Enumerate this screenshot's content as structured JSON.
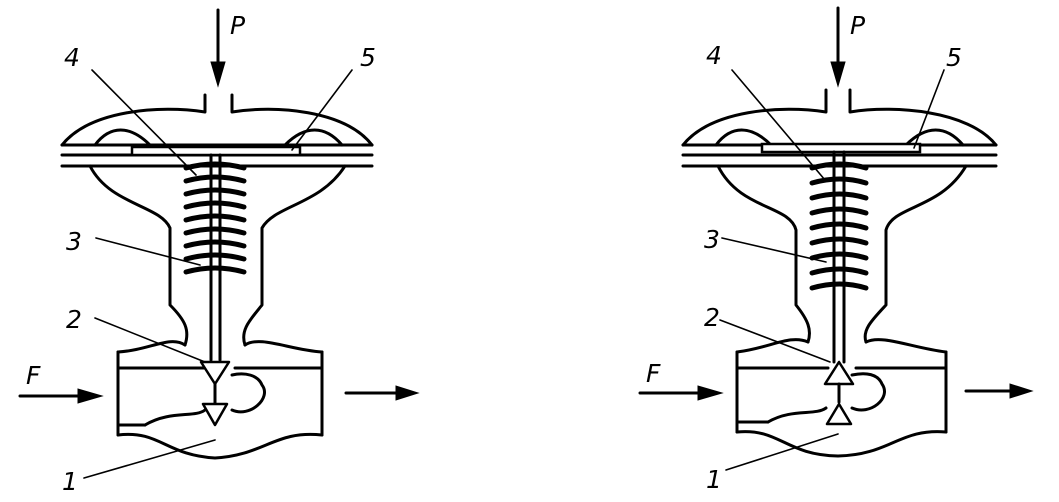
{
  "diagrams": [
    {
      "state": "open",
      "labels": {
        "pressure": "P",
        "flow": "F",
        "body": "1",
        "plug": "2",
        "stem": "3",
        "spring": "4",
        "diaphragm": "5"
      }
    },
    {
      "state": "closed",
      "labels": {
        "pressure": "P",
        "flow": "F",
        "body": "1",
        "plug": "2",
        "stem": "3",
        "spring": "4",
        "diaphragm": "5"
      }
    }
  ]
}
